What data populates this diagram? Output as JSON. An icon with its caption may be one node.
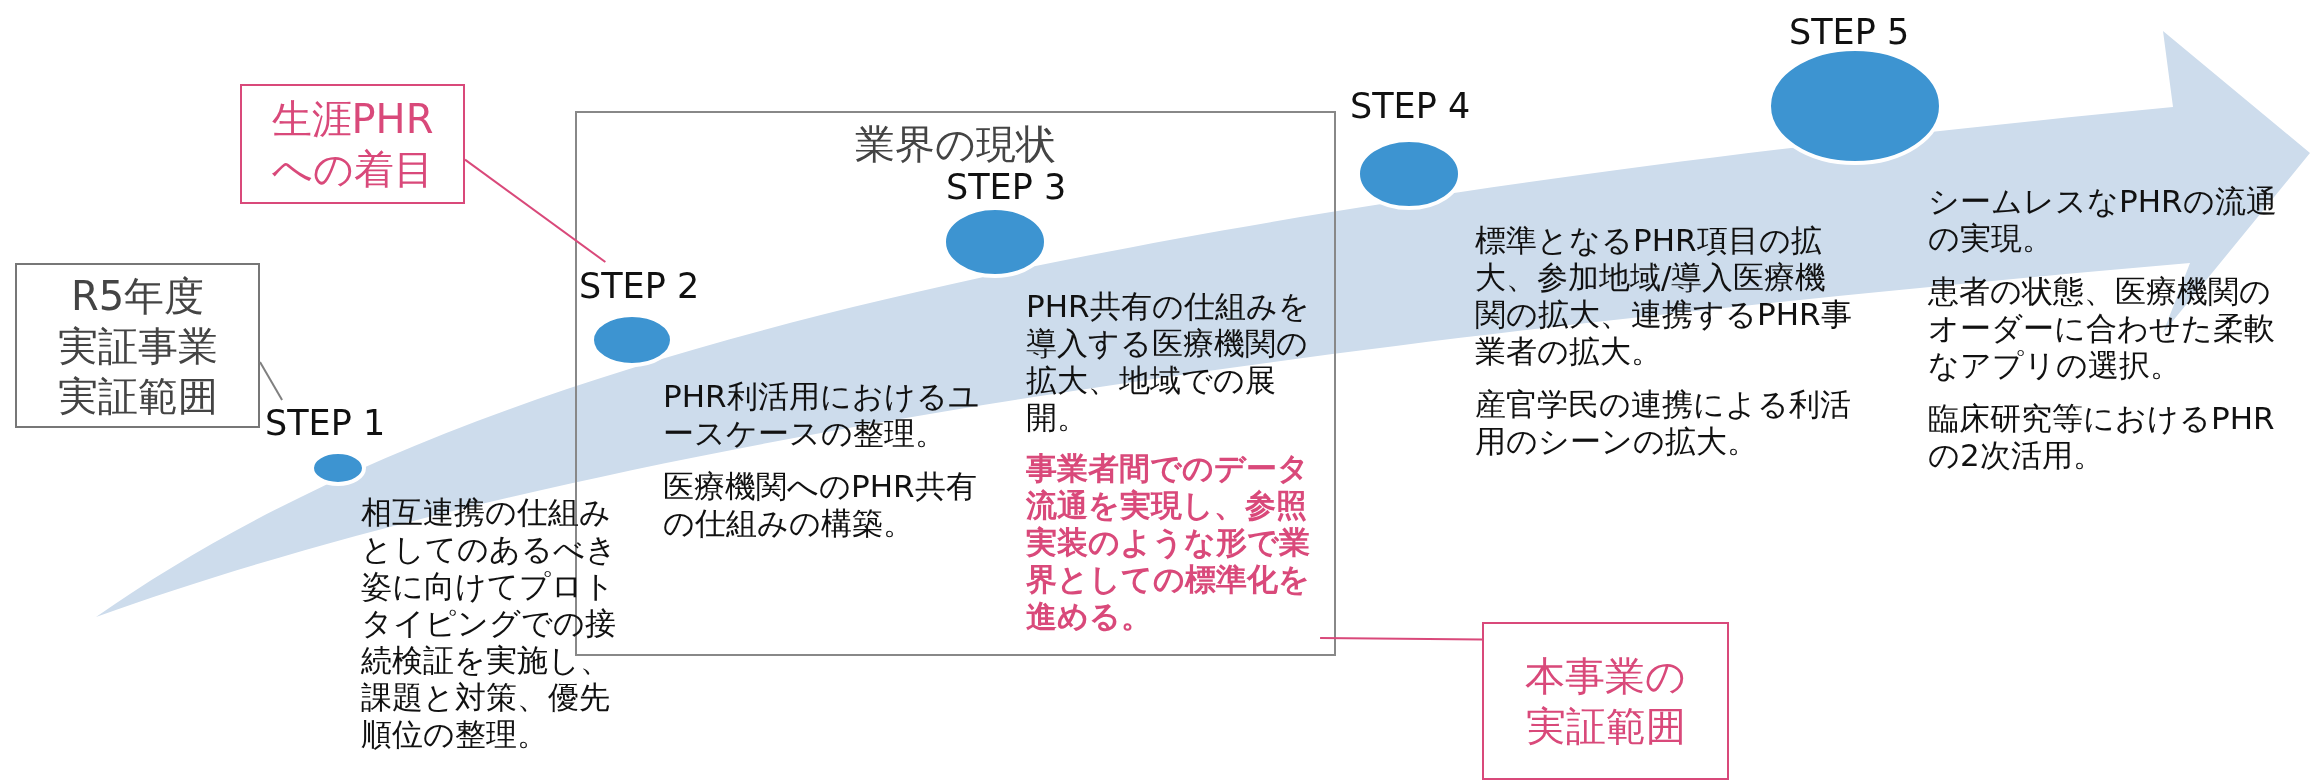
{
  "diagram": {
    "nodes": [
      {
        "text": [
          "生涯PHRへの着目"
        ]
      },
      {
        "text": [
          "R5年度実証事業実証範囲"
        ]
      },
      {
        "text": [
          "業界の現状"
        ]
      },
      {
        "text": [
          "STEP 1",
          "相互連携の仕組みとしてのあるべき姿に向けてプロトタイピングでの接続検証を実施し、課題と対策、優先順位の整理。"
        ]
      },
      {
        "text": [
          "STEP 2",
          "PHR利活用におけるユースケースの整理。",
          "医療機関へのPHR共有の仕組みの構築。"
        ],
        "in": 2
      },
      {
        "text": [
          "STEP 3",
          "PHR共有の仕組みを導入する医療機関の拡大、地域での展開。",
          "**事業者間でのデータ流通を実現し、参照実装のような形で業界としての標準化を進める。**"
        ],
        "in": 2
      },
      {
        "text": [
          "STEP 4",
          "標準となるPHR項目の拡大、参加地域/導入医療機関の拡大、連携するPHR事業者の拡大。",
          "産官学民の連携による利活用のシーンの拡大。"
        ]
      },
      {
        "text": [
          "STEP 5",
          "シームレスなPHRの流通の実現。",
          "患者の状態、医療機関のオーダーに合わせた柔軟なアプリの選択。",
          "臨床研究等におけるPHRの2次活用。"
        ]
      },
      {
        "text": [
          "本事業の実証範囲"
        ]
      }
    ],
    "edges": [
      {
        "from": 1,
        "to": 3,
        "arrow": "none",
        "color": "#808080"
      },
      {
        "from": 0,
        "to": 4,
        "arrow": "none"
      },
      {
        "from": 8,
        "to": 5,
        "arrow": "none"
      }
    ]
  }
}
